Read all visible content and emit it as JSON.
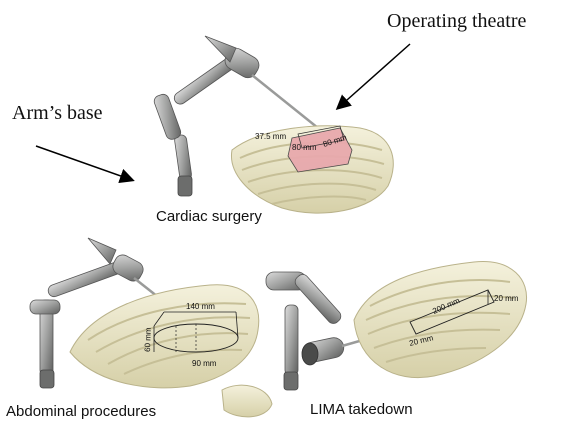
{
  "labels": {
    "operating_theatre": "Operating theatre",
    "arms_base": "Arm’s base",
    "cardiac": "Cardiac surgery",
    "abdominal": "Abdominal procedures",
    "lima": "LIMA takedown"
  },
  "dimensions": {
    "cardiac": [
      "37.5 mm",
      "80 mm",
      "80 mm"
    ],
    "abdominal": [
      "140 mm",
      "60 mm",
      "90 mm"
    ],
    "lima": [
      "200 mm",
      "20 mm",
      "20 mm"
    ]
  },
  "colors": {
    "bone": "#e9e5c8",
    "bone_edge": "#b9b28a",
    "metal": "#a9aaa9",
    "metal_dark": "#6f706f",
    "workspace": "#e8a9ad"
  }
}
